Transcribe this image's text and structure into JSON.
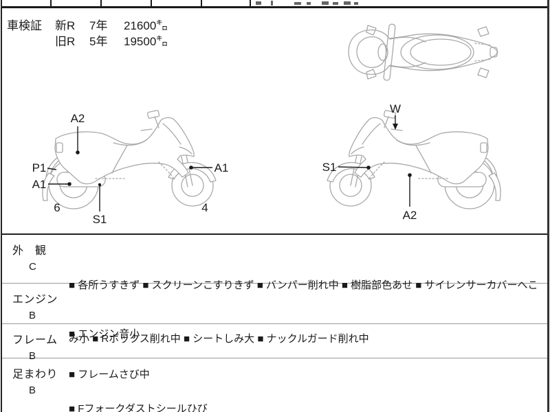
{
  "shaken": {
    "label": "車検証",
    "rows": [
      {
        "reg": "新R",
        "years": "7年",
        "distance": "21600㌔"
      },
      {
        "reg": "旧R",
        "years": "5年",
        "distance": "19500㌔"
      }
    ]
  },
  "diagram_left": {
    "labels": {
      "a2": "A2",
      "p1": "P1",
      "a1_rear": "A1",
      "rear_wheel_num": "6",
      "s1": "S1",
      "front_wheel_num": "4",
      "a1_front": "A1"
    }
  },
  "diagram_right": {
    "labels": {
      "w": "W",
      "s1": "S1",
      "a2": "A2"
    }
  },
  "sections": [
    {
      "name": "外　観",
      "grade": "C",
      "lines": [
        "■ 各所うすきず ■ スクリーンこすりきず ■ バンパー削れ中 ■ 樹脂部色あせ ■ サイレンサーカバーへこ",
        "み小 ■ Rボックス削れ中 ■ シートしみ大 ■ ナックルガード削れ中"
      ]
    },
    {
      "name": "エンジン",
      "grade": "B",
      "lines": [
        "■ エンジン音小"
      ]
    },
    {
      "name": "フレーム",
      "grade": "B",
      "lines": [
        "■ フレームさび中"
      ]
    },
    {
      "name": "足まわり",
      "grade": "B",
      "lines": [
        "■ Fフォークダストシールひび"
      ]
    }
  ],
  "colors": {
    "ink": "#1a1a1a",
    "sketch": "#a8a8a8",
    "divider": "#999999"
  }
}
